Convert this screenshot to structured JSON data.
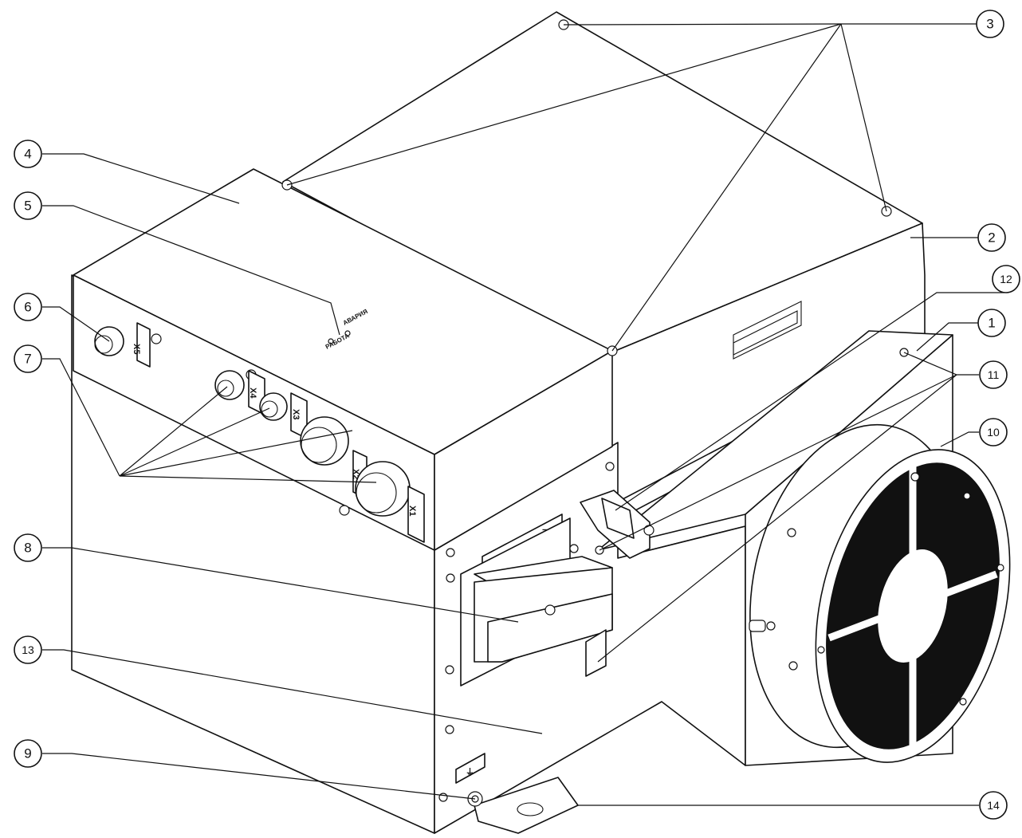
{
  "callouts": [
    {
      "id": "1",
      "label": "1"
    },
    {
      "id": "2",
      "label": "2"
    },
    {
      "id": "3",
      "label": "3"
    },
    {
      "id": "4",
      "label": "4"
    },
    {
      "id": "5",
      "label": "5"
    },
    {
      "id": "6",
      "label": "6"
    },
    {
      "id": "7",
      "label": "7"
    },
    {
      "id": "8",
      "label": "8"
    },
    {
      "id": "9",
      "label": "9"
    },
    {
      "id": "10",
      "label": "10"
    },
    {
      "id": "11",
      "label": "11"
    },
    {
      "id": "12",
      "label": "12"
    },
    {
      "id": "13",
      "label": "13"
    },
    {
      "id": "14",
      "label": "14"
    }
  ],
  "indicators": {
    "work_label": "РАБОТА",
    "alarm_label": "АВАРИЯ"
  },
  "connectors": {
    "x1": "X1",
    "x2": "X2",
    "x3": "X3",
    "x4": "X4",
    "x5": "X5"
  },
  "polarity": {
    "plus": "+",
    "minus": "−",
    "ground": "⏚"
  }
}
